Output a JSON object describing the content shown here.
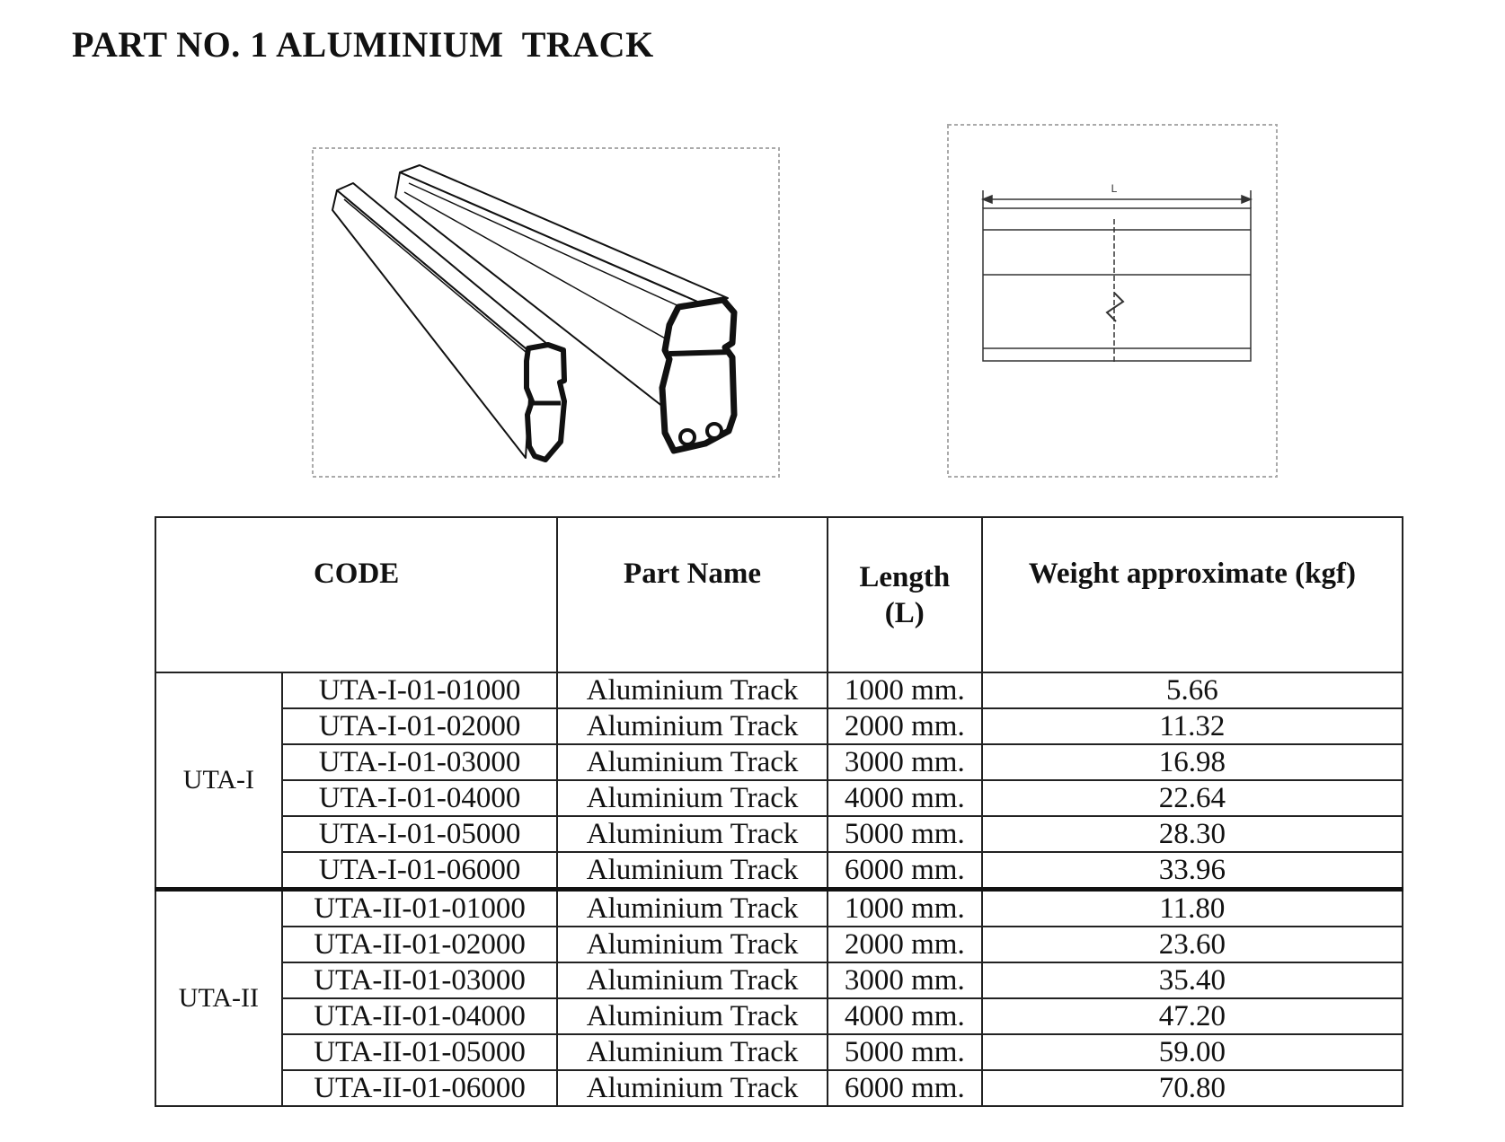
{
  "title": "PART NO. 1 ALUMINIUM  TRACK",
  "figures": {
    "dimension_label": "L"
  },
  "table": {
    "headers": {
      "code": "CODE",
      "part_name": "Part Name",
      "length_line1": "Length",
      "length_line2": "(L)",
      "weight": "Weight approximate (kgf)"
    },
    "groups": [
      {
        "name": "UTA-I",
        "rows": [
          {
            "code": "UTA-I-01-01000",
            "part_name": "Aluminium Track",
            "length": "1000 mm.",
            "weight": "5.66"
          },
          {
            "code": "UTA-I-01-02000",
            "part_name": "Aluminium Track",
            "length": "2000 mm.",
            "weight": "11.32"
          },
          {
            "code": "UTA-I-01-03000",
            "part_name": "Aluminium Track",
            "length": "3000 mm.",
            "weight": "16.98"
          },
          {
            "code": "UTA-I-01-04000",
            "part_name": "Aluminium Track",
            "length": "4000 mm.",
            "weight": "22.64"
          },
          {
            "code": "UTA-I-01-05000",
            "part_name": "Aluminium Track",
            "length": "5000 mm.",
            "weight": "28.30"
          },
          {
            "code": "UTA-I-01-06000",
            "part_name": "Aluminium Track",
            "length": "6000 mm.",
            "weight": "33.96"
          }
        ]
      },
      {
        "name": "UTA-II",
        "rows": [
          {
            "code": "UTA-II-01-01000",
            "part_name": "Aluminium Track",
            "length": "1000 mm.",
            "weight": "11.80"
          },
          {
            "code": "UTA-II-01-02000",
            "part_name": "Aluminium Track",
            "length": "2000 mm.",
            "weight": "23.60"
          },
          {
            "code": "UTA-II-01-03000",
            "part_name": "Aluminium Track",
            "length": "3000 mm.",
            "weight": "35.40"
          },
          {
            "code": "UTA-II-01-04000",
            "part_name": "Aluminium Track",
            "length": "4000 mm.",
            "weight": "47.20"
          },
          {
            "code": "UTA-II-01-05000",
            "part_name": "Aluminium Track",
            "length": "5000 mm.",
            "weight": "59.00"
          },
          {
            "code": "UTA-II-01-06000",
            "part_name": "Aluminium Track",
            "length": "6000 mm.",
            "weight": "70.80"
          }
        ]
      }
    ]
  }
}
